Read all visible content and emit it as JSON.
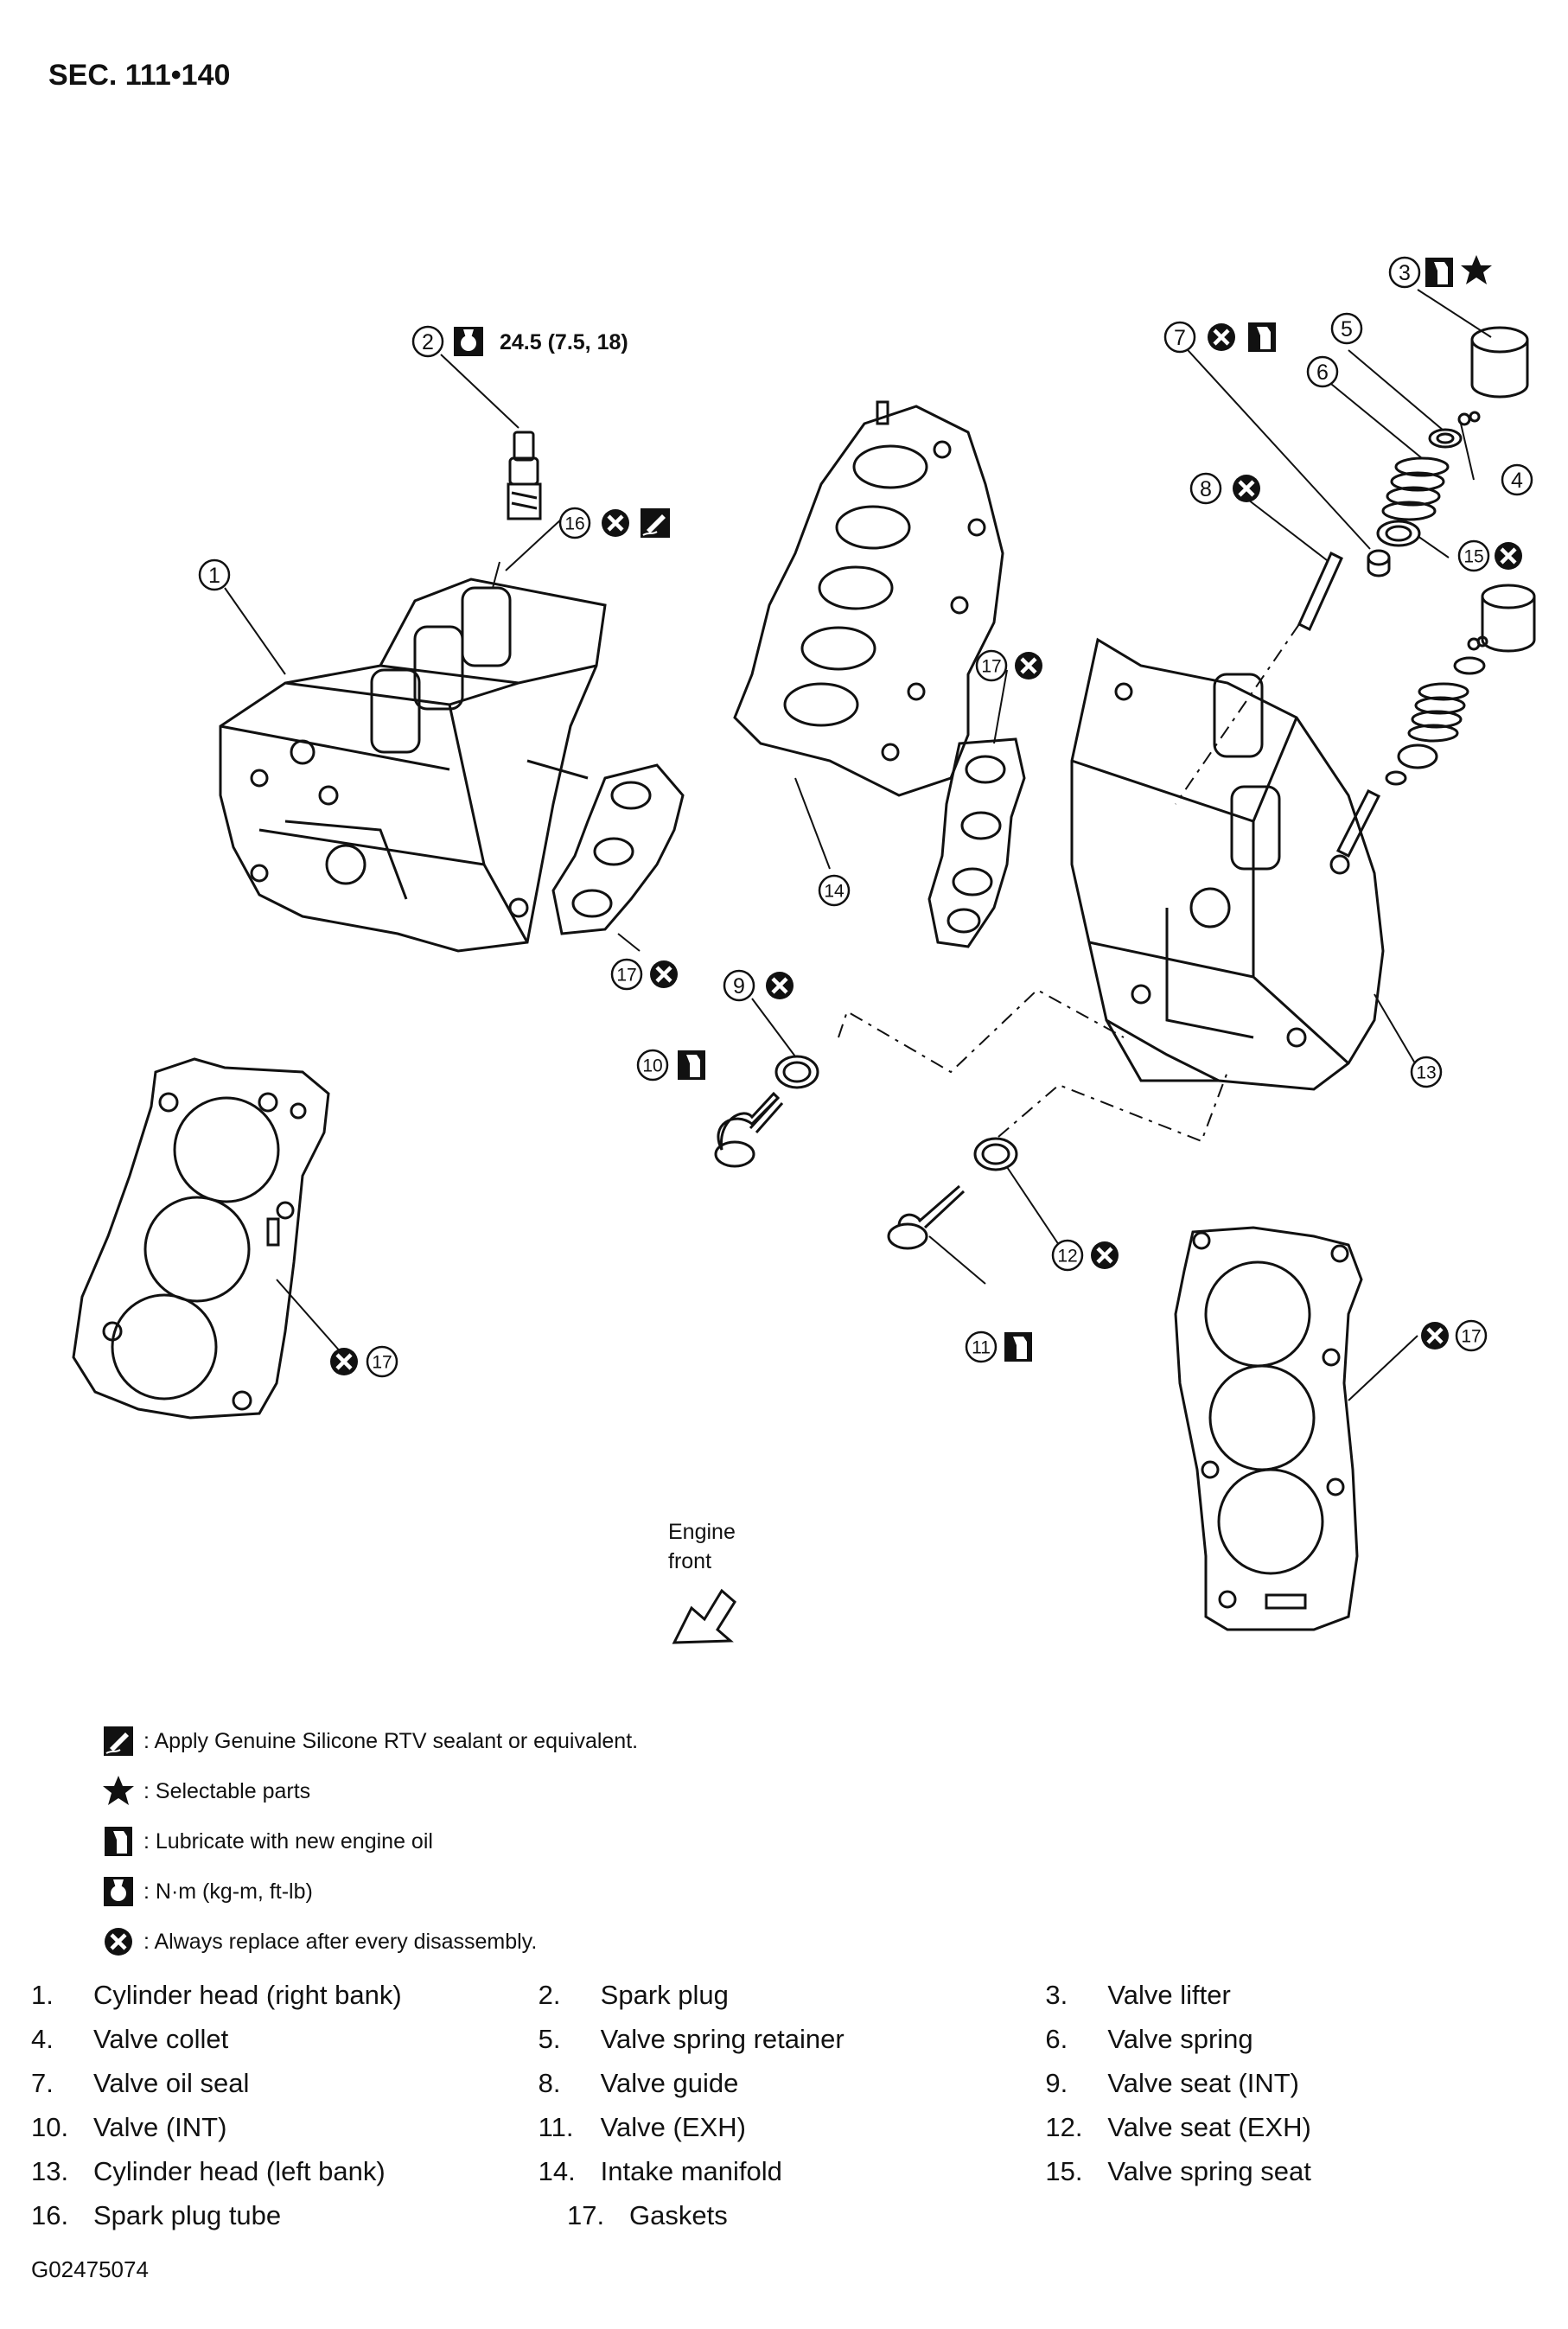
{
  "section": "SEC. 111•140",
  "figure_id": "G02475074",
  "torque_spec": "24.5 (7.5, 18)",
  "engine_front": [
    "Engine",
    "front"
  ],
  "callouts": {
    "c1": "1",
    "c2": "2",
    "c3": "3",
    "c4": "4",
    "c5": "5",
    "c6": "6",
    "c7": "7",
    "c8": "8",
    "c9": "9",
    "c10": "10",
    "c11": "11",
    "c12": "12",
    "c13": "13",
    "c14": "14",
    "c15": "15",
    "c16": "16",
    "c17a": "17",
    "c17b": "17",
    "c17c": "17",
    "c17d": "17"
  },
  "legend": [
    {
      "icon": "sealant-icon",
      "text": ": Apply Genuine Silicone RTV sealant or equivalent."
    },
    {
      "icon": "star-icon",
      "text": ": Selectable parts"
    },
    {
      "icon": "oil-can-icon",
      "text": ": Lubricate with new engine oil"
    },
    {
      "icon": "torque-wrench-icon",
      "text": ": N·m (kg-m, ft-lb)"
    },
    {
      "icon": "replace-x-icon",
      "text": ": Always replace after every disassembly."
    }
  ],
  "parts": [
    {
      "no": "1.",
      "name": "Cylinder head (right bank)"
    },
    {
      "no": "2.",
      "name": "Spark plug"
    },
    {
      "no": "3.",
      "name": "Valve lifter"
    },
    {
      "no": "4.",
      "name": "Valve collet"
    },
    {
      "no": "5.",
      "name": "Valve spring retainer"
    },
    {
      "no": "6.",
      "name": "Valve spring"
    },
    {
      "no": "7.",
      "name": "Valve oil seal"
    },
    {
      "no": "8.",
      "name": "Valve guide"
    },
    {
      "no": "9.",
      "name": "Valve seat (INT)"
    },
    {
      "no": "10.",
      "name": "Valve (INT)"
    },
    {
      "no": "11.",
      "name": "Valve (EXH)"
    },
    {
      "no": "12.",
      "name": "Valve seat (EXH)"
    },
    {
      "no": "13.",
      "name": "Cylinder head (left bank)"
    },
    {
      "no": "14.",
      "name": "Intake manifold"
    },
    {
      "no": "15.",
      "name": "Valve spring seat"
    },
    {
      "no": "16.",
      "name": "Spark plug tube"
    },
    {
      "no": "17.",
      "name": "Gaskets"
    }
  ]
}
